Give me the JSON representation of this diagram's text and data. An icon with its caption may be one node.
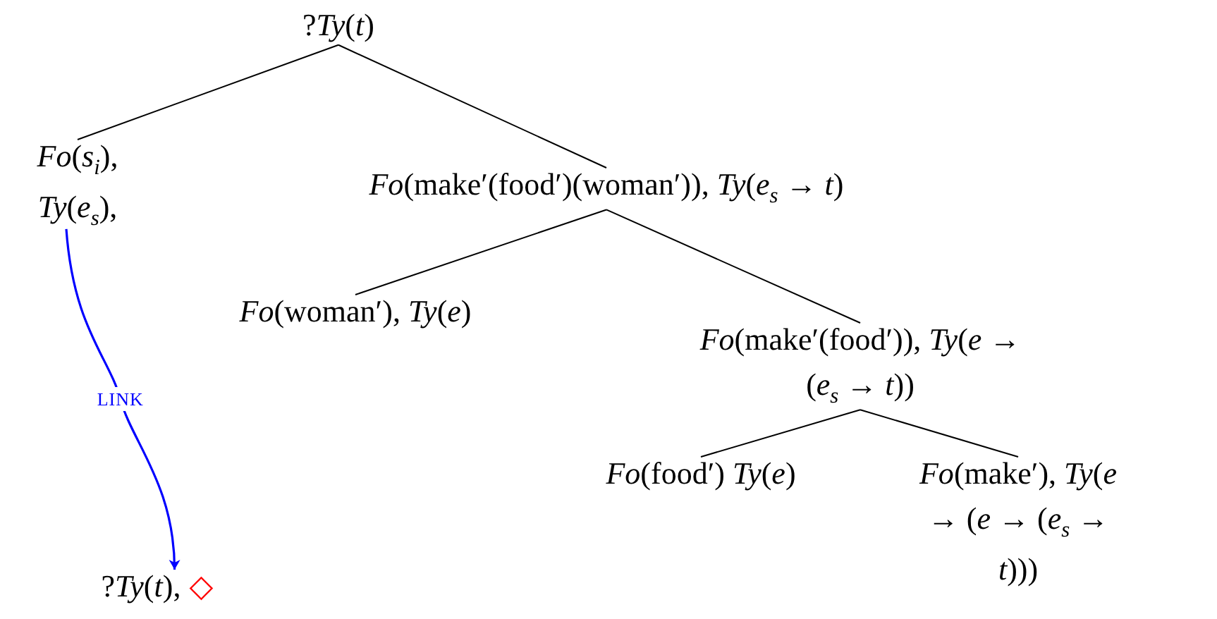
{
  "diagram": {
    "nodes": [
      {
        "text": [
          "?*Ty*(*t*)"
        ]
      },
      {
        "text": [
          "*Fo*(*s*$_{i}$), *Ty*(*e*$_{s}$),"
        ]
      },
      {
        "text": [
          "*Fo*(make′(food′)(woman′)), *Ty*(*e*$_{s}$ → *t*)"
        ]
      },
      {
        "text": [
          "*Fo*(woman′), *Ty*(*e*)"
        ]
      },
      {
        "text": [
          "*Fo*(make′(food′)), *Ty*(*e* → (*e*$_{s}$ → *t*))"
        ]
      },
      {
        "text": [
          "*Fo*(food′) *Ty*(*e*)"
        ]
      },
      {
        "text": [
          "*Fo*(make′), *Ty*(*e* → (*e* → (*e*$_{s}$ → *t*)))"
        ]
      },
      {
        "text": [
          "?*Ty*(*t*),"
        ],
        "beside": [
          "◇"
        ]
      }
    ],
    "edges": [
      {
        "from": 0,
        "to": 1,
        "arrow": "none"
      },
      {
        "from": 0,
        "to": 2,
        "arrow": "none"
      },
      {
        "from": 2,
        "to": 3,
        "arrow": "none"
      },
      {
        "from": 2,
        "to": 4,
        "arrow": "none"
      },
      {
        "from": 4,
        "to": 5,
        "arrow": "none"
      },
      {
        "from": 4,
        "to": 6,
        "arrow": "none"
      },
      {
        "from": 1,
        "to": 7,
        "arrow": "to",
        "label": "LINK",
        "color": "#0000ff"
      }
    ]
  }
}
